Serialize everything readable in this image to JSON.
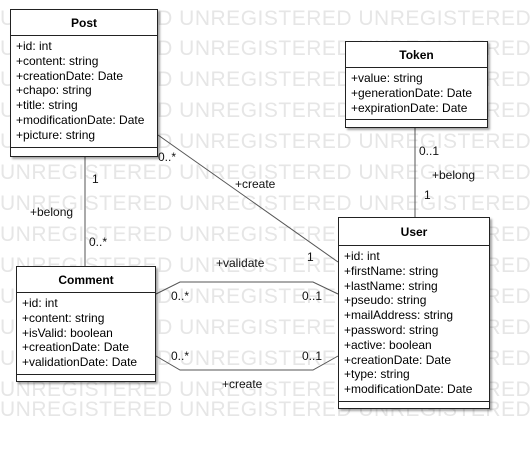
{
  "watermark": "UNREGISTERED UNREGISTERED UNREGISTERED UNREGISTERED",
  "classes": {
    "post": {
      "name": "Post",
      "attributes": [
        "+id: int",
        "+content: string",
        "+creationDate: Date",
        "+chapo: string",
        "+title: string",
        "+modificationDate: Date",
        "+picture: string"
      ]
    },
    "token": {
      "name": "Token",
      "attributes": [
        "+value: string",
        "+generationDate: Date",
        "+expirationDate: Date"
      ]
    },
    "comment": {
      "name": "Comment",
      "attributes": [
        "+id: int",
        "+content: string",
        "+isValid: boolean",
        "+creationDate: Date",
        "+validationDate: Date"
      ]
    },
    "user": {
      "name": "User",
      "attributes": [
        "+id: int",
        "+firstName: string",
        "+lastName: string",
        "+pseudo: string",
        "+mailAddress: string",
        "+password: string",
        "+active: boolean",
        "+creationDate: Date",
        "+type: string",
        "+modificationDate: Date"
      ]
    }
  },
  "associations": {
    "post_user": {
      "label": "+create",
      "post_mult": "0..*",
      "user_mult": "1"
    },
    "post_comment": {
      "label": "+belong",
      "post_mult": "1",
      "comment_mult": "0..*"
    },
    "token_user": {
      "label": "+belong",
      "token_mult": "0..1",
      "user_mult": "1"
    },
    "comment_user_validate": {
      "label": "+validate",
      "comment_mult": "0..*",
      "user_mult": "0..1"
    },
    "comment_user_create": {
      "label": "+create",
      "comment_mult": "0..*",
      "user_mult": "0..1"
    }
  }
}
